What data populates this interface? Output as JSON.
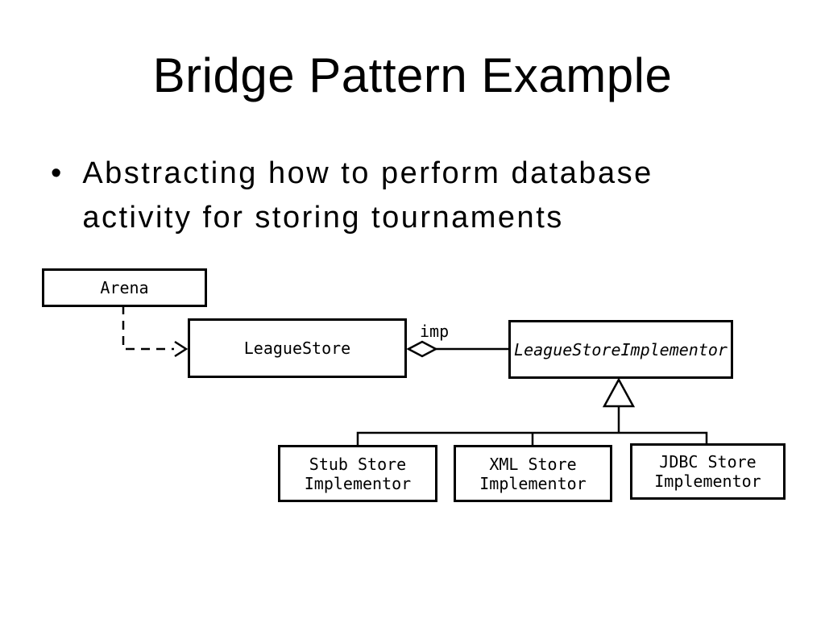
{
  "slide": {
    "title": "Bridge Pattern Example",
    "bullet_glyph": "•",
    "bullet_text": "Abstracting how to perform database activity for storing tournaments",
    "background_color": "#ffffff",
    "text_color": "#000000"
  },
  "diagram": {
    "edge_labels": {
      "aggregation": "imp"
    },
    "boxes": {
      "arena": {
        "label": "Arena"
      },
      "league_store": {
        "label": "LeagueStore"
      },
      "league_store_implementor": {
        "label": "LeagueStoreImplementor"
      },
      "stub_store": {
        "line1": "Stub Store",
        "line2": "Implementor"
      },
      "xml_store": {
        "line1": "XML Store",
        "line2": "Implementor"
      },
      "jdbc_store": {
        "line1": "JDBC Store",
        "line2": "Implementor"
      }
    }
  }
}
